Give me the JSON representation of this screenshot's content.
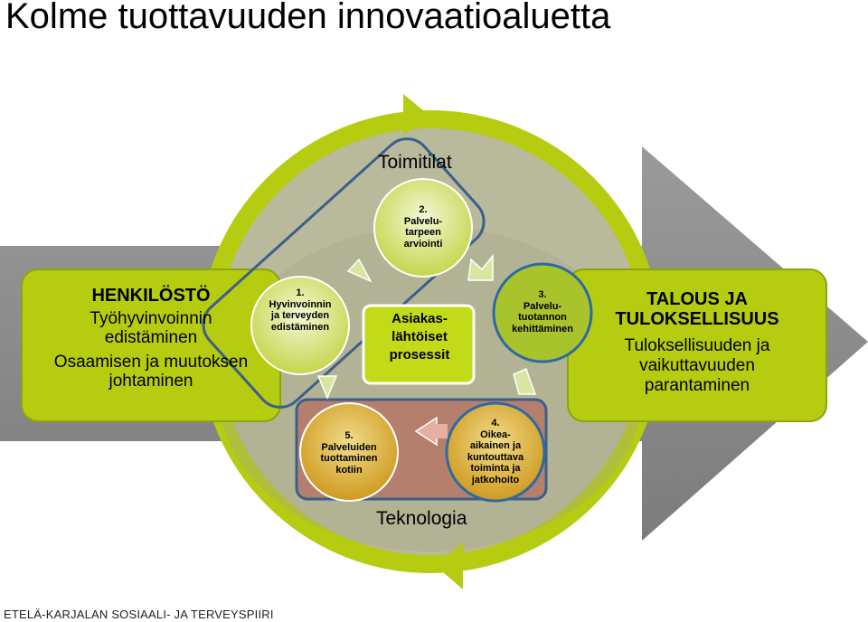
{
  "title": "Kolme tuottavuuden innovaatioaluetta",
  "footer": "ETELÄ-KARJALAN SOSIAALI- JA TERVEYSPIIRI",
  "colors": {
    "green": "#b5cc10",
    "green_dark": "#7f9a0e",
    "gray_arrow": "#8a8a8a",
    "circle_fill": "#b9b99b",
    "orange": "#d4a324",
    "brown_band": "#b57f6d",
    "outline_blue": "#3b5f8a"
  },
  "labels": {
    "top": "Toimitilat",
    "bottom": "Teknologia"
  },
  "left_box": {
    "heading": "HENKILÖSTÖ",
    "lines": [
      "Työhyvinvoinnin",
      "edistäminen",
      "Osaamisen ja muutoksen",
      "johtaminen"
    ]
  },
  "right_box": {
    "heading_1": "TALOUS JA",
    "heading_2": "TULOKSELLISUUS",
    "lines": [
      "Tuloksellisuuden ja",
      "vaikuttavuuden",
      "parantaminen"
    ]
  },
  "center": {
    "lines": [
      "Asiakas-",
      "lähtöiset",
      "prosessit"
    ]
  },
  "nodes": {
    "n1": [
      "1.",
      "Hyvinvoinnin",
      "ja terveyden",
      "edistäminen"
    ],
    "n2": [
      "2.",
      "Palvelu-",
      "tarpeen",
      "arviointi"
    ],
    "n3": [
      "3.",
      "Palvelu-",
      "tuotannon",
      "kehittäminen"
    ],
    "n4": [
      "4.",
      "Oikea-",
      "aikainen ja",
      "kuntouttava",
      "toiminta ja",
      "jatkohoito"
    ],
    "n5": [
      "5.",
      "Palveluiden",
      "tuottaminen",
      "kotiin"
    ]
  }
}
